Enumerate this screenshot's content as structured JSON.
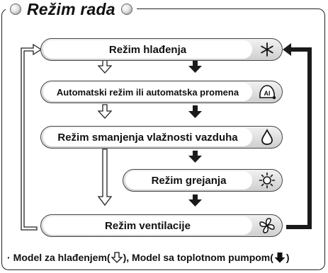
{
  "title": "Režim rada",
  "modes": [
    {
      "label": "Režim hlađenja",
      "icon": "snowflake-icon"
    },
    {
      "label": "Automatski režim ili automatska promena",
      "icon": "auto-ai-icon"
    },
    {
      "label": "Režim smanjenja vlažnosti vazduha",
      "icon": "droplet-icon"
    },
    {
      "label": "Režim grejanja",
      "icon": "sun-icon"
    },
    {
      "label": "Režim ventilacije",
      "icon": "fan-icon"
    }
  ],
  "icon_text": {
    "auto": "AI"
  },
  "legend": {
    "bullet": "·",
    "part1": "Model za hlađenjem(",
    "part2": "), Model sa toplotnom pumpom(",
    "part3": ")"
  }
}
